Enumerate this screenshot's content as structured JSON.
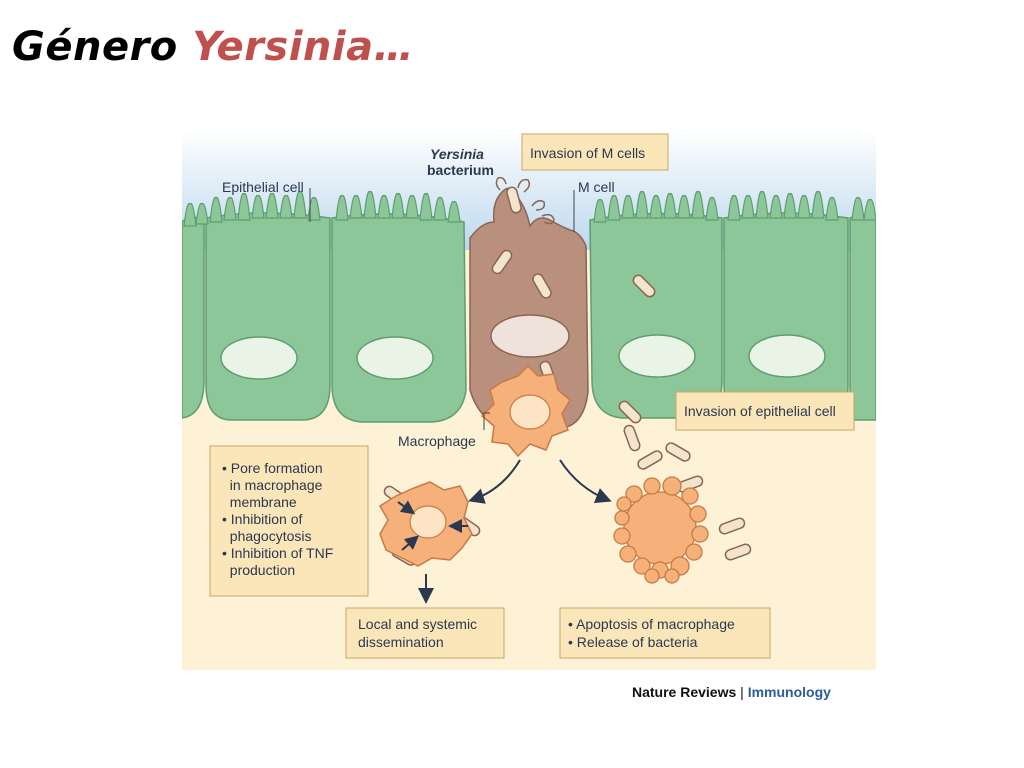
{
  "slide": {
    "title_part1": "Género",
    "title_part2": "Yersinia…",
    "title_color_part1": "#000000",
    "title_color_part2": "#c0504d"
  },
  "diagram": {
    "labels": {
      "yersinia_italic": "Yersinia",
      "bacterium": "bacterium",
      "epithelial_cell": "Epithelial cell",
      "m_cell": "M cell",
      "macrophage": "Macrophage"
    },
    "boxes": {
      "invasion_m_cells": "Invasion of M cells",
      "invasion_epithelial": "Invasion of epithelial cell",
      "effects": [
        "• Pore formation",
        "  in macrophage",
        "  membrane",
        "• Inhibition of",
        "  phagocytosis",
        "• Inhibition of TNF",
        "  production"
      ],
      "dissemination": [
        "Local and systemic",
        "dissemination"
      ],
      "apoptosis": [
        "• Apoptosis of macrophage",
        "• Release of bacteria"
      ]
    },
    "colors": {
      "lumen": "#cfe3f2",
      "epithelium": "#8cc79a",
      "m_cell": "#b9907e",
      "macrophage": "#f6b07a",
      "tissue": "#fdf3dc",
      "label_box": "#fbe6b9"
    }
  },
  "credit": {
    "journal": "Nature Reviews",
    "separator": " | ",
    "section": "Immunology"
  }
}
